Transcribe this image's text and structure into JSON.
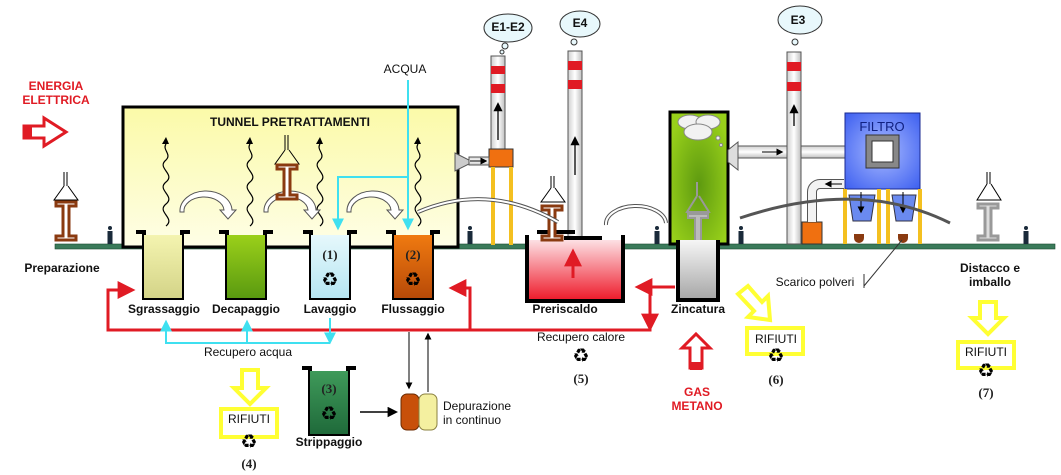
{
  "title_inputs": {
    "energy": [
      "ENERGIA",
      "ELETTRICA"
    ],
    "gas": [
      "GAS",
      "METANO"
    ],
    "water": "ACQUA"
  },
  "tunnel": {
    "label": "TUNNEL PRETRATTAMENTI"
  },
  "stations": {
    "preparazione": "Preparazione",
    "sgrassaggio": "Sgrassaggio",
    "decapaggio": "Decapaggio",
    "lavaggio": "Lavaggio",
    "flussaggio": "Flussaggio",
    "preriscaldo": "Preriscaldo",
    "zincatura": "Zincatura",
    "strippaggio": "Strippaggio",
    "distacco": [
      "Distacco e",
      "imballo"
    ]
  },
  "emissions": {
    "e12": "E1-E2",
    "e4": "E4",
    "e3": "E3"
  },
  "filter": {
    "label": "FILTRO"
  },
  "flows": {
    "recupero_acqua": "Recupero acqua",
    "recupero_calore": "Recupero calore",
    "scarico_polveri": "Scarico polveri",
    "depurazione": [
      "Depurazione",
      "in continuo"
    ]
  },
  "waste": {
    "label": "RIFIUTI"
  },
  "markers": {
    "m1": "(1)",
    "m2": "(2)",
    "m3": "(3)",
    "m4": "(4)",
    "m5": "(5)",
    "m6": "(6)",
    "m7": "(7)"
  },
  "icons": {
    "recycle": "♻"
  },
  "colors": {
    "red": "#e01b24",
    "cyan": "#3fe0f0",
    "yellow": "#ffff33",
    "ground": "#3a7a5a",
    "filter_blue": "#3d6cf0",
    "zinc_green": "#8fc21a"
  }
}
